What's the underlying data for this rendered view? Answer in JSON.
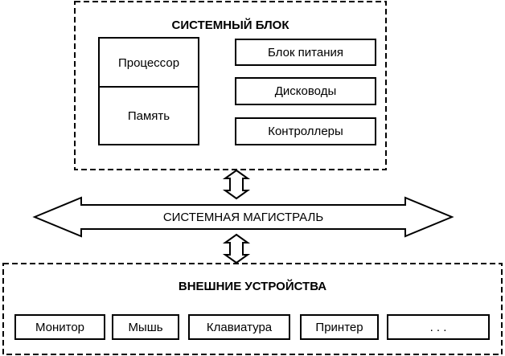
{
  "system_unit": {
    "title": "СИСТЕМНЫЙ БЛОК",
    "cpu": "Процессор",
    "memory": "Память",
    "power_supply": "Блок питания",
    "drives": "Дисководы",
    "controllers": "Контроллеры"
  },
  "system_bus": {
    "label": "СИСТЕМНАЯ МАГИСТРАЛЬ"
  },
  "external_devices": {
    "title": "ВНЕШНИЕ УСТРОЙСТВА",
    "items": [
      "Монитор",
      "Мышь",
      "Клавиатура",
      "Принтер",
      ". . ."
    ]
  }
}
